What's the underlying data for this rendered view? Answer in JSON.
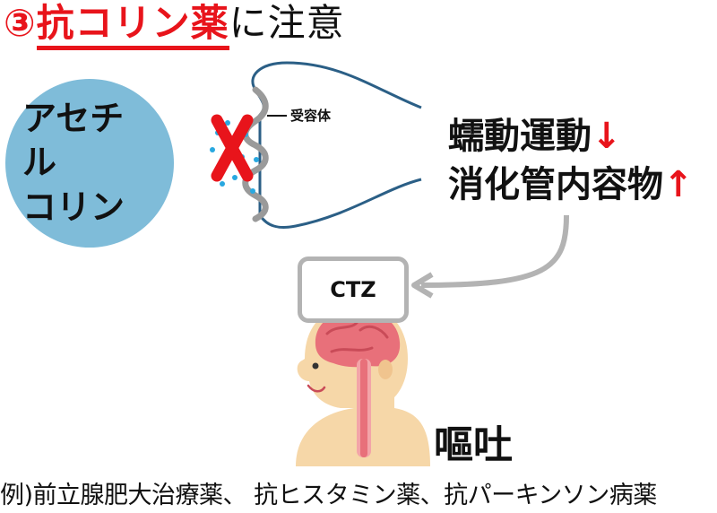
{
  "title": {
    "number": "③",
    "highlight": "抗コリン薬",
    "rest": "に注意"
  },
  "acetylcholine": {
    "line1": "アセチル",
    "line2": "コリン"
  },
  "receptor_label": "受容体",
  "effects": {
    "line1_text": "蠕動運動",
    "line1_arrow": "↓",
    "line2_text": "消化管内容物",
    "line2_arrow": "↑"
  },
  "ctz_label": "CTZ",
  "vomiting_label": "嘔吐",
  "example_text": "例)前立腺肥大治療薬、 抗ヒスタミン薬、抗パーキンソン病薬",
  "colors": {
    "accent_red": "#e8141b",
    "circle_blue": "#7fbcd9",
    "outline_blue": "#2b5f86",
    "arrow_gray": "#b3b3b3",
    "skin": "#f6d7a8",
    "brain": "#e8707a"
  },
  "icons": {
    "block_mark": "red-x-icon",
    "head_illustration": "human-head-brain-icon"
  }
}
